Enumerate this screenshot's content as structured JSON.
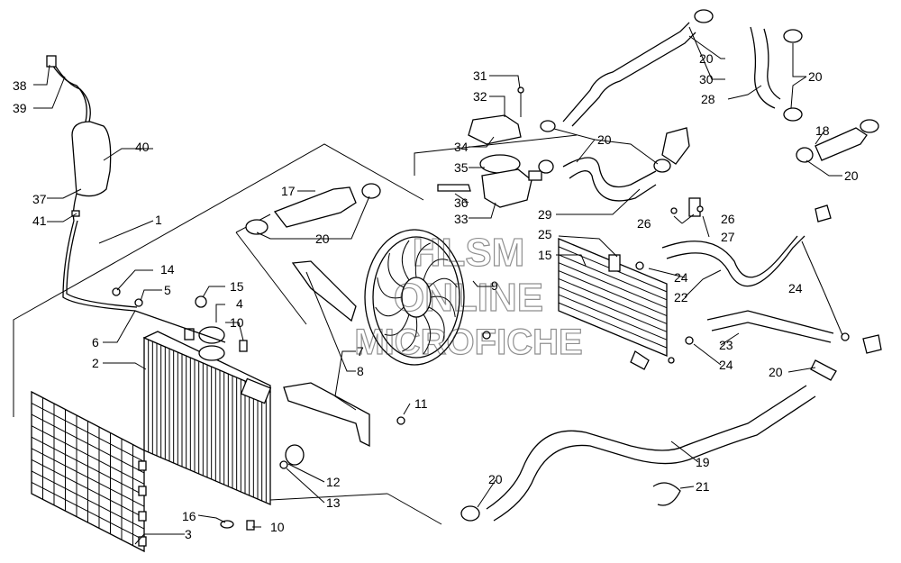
{
  "watermark": {
    "line1": "HLSM",
    "line2": "ONLINE",
    "line3": "MICROFICHE"
  },
  "callouts": [
    {
      "id": "c1",
      "text": "1"
    },
    {
      "id": "c2",
      "text": "2"
    },
    {
      "id": "c3",
      "text": "3"
    },
    {
      "id": "c4",
      "text": "4"
    },
    {
      "id": "c5",
      "text": "5"
    },
    {
      "id": "c6",
      "text": "6"
    },
    {
      "id": "c7",
      "text": "7"
    },
    {
      "id": "c8",
      "text": "8"
    },
    {
      "id": "c9",
      "text": "9"
    },
    {
      "id": "c10a",
      "text": "10"
    },
    {
      "id": "c10b",
      "text": "10"
    },
    {
      "id": "c11",
      "text": "11"
    },
    {
      "id": "c12",
      "text": "12"
    },
    {
      "id": "c13",
      "text": "13"
    },
    {
      "id": "c14",
      "text": "14"
    },
    {
      "id": "c15a",
      "text": "15"
    },
    {
      "id": "c15b",
      "text": "15"
    },
    {
      "id": "c16",
      "text": "16"
    },
    {
      "id": "c17",
      "text": "17"
    },
    {
      "id": "c18",
      "text": "18"
    },
    {
      "id": "c19",
      "text": "19"
    },
    {
      "id": "c20a",
      "text": "20"
    },
    {
      "id": "c20b",
      "text": "20"
    },
    {
      "id": "c20c",
      "text": "20"
    },
    {
      "id": "c20d",
      "text": "20"
    },
    {
      "id": "c20e",
      "text": "20"
    },
    {
      "id": "c20f",
      "text": "20"
    },
    {
      "id": "c20g",
      "text": "20"
    },
    {
      "id": "c21",
      "text": "21"
    },
    {
      "id": "c22",
      "text": "22"
    },
    {
      "id": "c23",
      "text": "23"
    },
    {
      "id": "c24a",
      "text": "24"
    },
    {
      "id": "c24b",
      "text": "24"
    },
    {
      "id": "c24c",
      "text": "24"
    },
    {
      "id": "c25",
      "text": "25"
    },
    {
      "id": "c26a",
      "text": "26"
    },
    {
      "id": "c26b",
      "text": "26"
    },
    {
      "id": "c27",
      "text": "27"
    },
    {
      "id": "c28",
      "text": "28"
    },
    {
      "id": "c29",
      "text": "29"
    },
    {
      "id": "c30",
      "text": "30"
    },
    {
      "id": "c31",
      "text": "31"
    },
    {
      "id": "c32",
      "text": "32"
    },
    {
      "id": "c33",
      "text": "33"
    },
    {
      "id": "c34",
      "text": "34"
    },
    {
      "id": "c35",
      "text": "35"
    },
    {
      "id": "c36",
      "text": "36"
    },
    {
      "id": "c37",
      "text": "37"
    },
    {
      "id": "c38",
      "text": "38"
    },
    {
      "id": "c39",
      "text": "39"
    },
    {
      "id": "c40",
      "text": "40"
    },
    {
      "id": "c41",
      "text": "41"
    }
  ]
}
